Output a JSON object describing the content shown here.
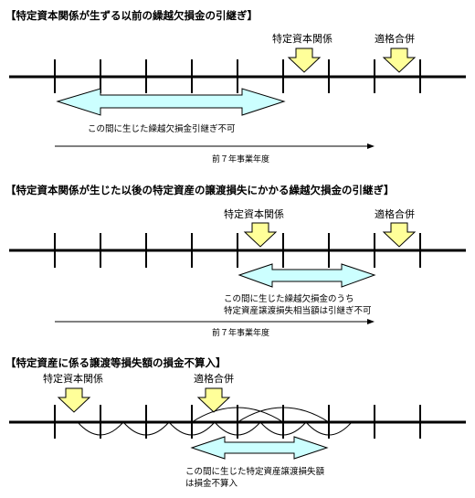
{
  "sections": [
    {
      "heading": "【特定資本関係が生ずる以前の繰越欠損金の引継ぎ】",
      "event_labels": [
        "特定資本関係",
        "適格合併"
      ],
      "arrow_caption": [
        "この間に生じた繰越欠損金引継ぎ不可"
      ],
      "period_label": "前７年事業年度"
    },
    {
      "heading": "【特定資本関係が生じた以後の特定資産の譲渡損失にかかる繰越欠損金の引継ぎ】",
      "event_labels": [
        "特定資本関係",
        "適格合併"
      ],
      "arrow_caption": [
        "この間に生じた繰越欠損金のうち",
        "特定資産譲渡損失相当額は引継ぎ不可"
      ],
      "period_label": "前７年事業年度"
    },
    {
      "heading": "【特定資産に係る譲渡等損失額の損金不算入】",
      "event_labels": [
        "特定資本関係",
        "適格合併"
      ],
      "arrow_caption": [
        "この間に生じた特定資産譲渡損失額",
        "は損金不算入"
      ]
    }
  ],
  "colors": {
    "callout_fill": "#ffff99",
    "band_fill": "#ccffff",
    "line": "#000000"
  }
}
